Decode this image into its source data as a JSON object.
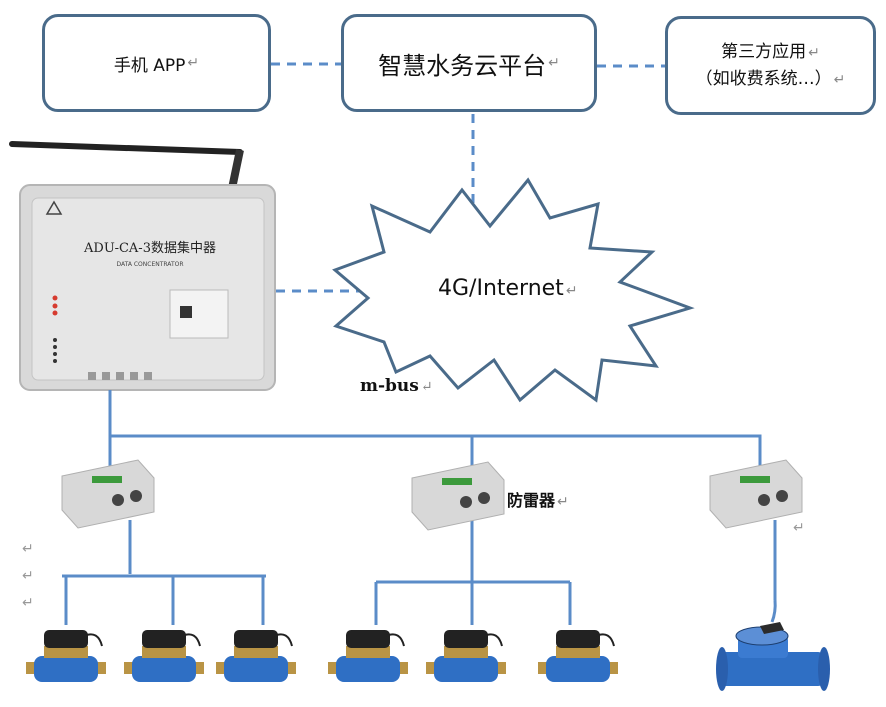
{
  "boxes": {
    "app": "手机 APP",
    "cloud": "智慧水务云平台",
    "third_party_line1": "第三方应用",
    "third_party_line2": "（如收费系统…）"
  },
  "concentrator": {
    "model_label": "ADU-CA-3数据集中器",
    "subtitle": "DATA CONCENTRATOR"
  },
  "network_label": "4G/Internet",
  "bus_label": "m-bus",
  "surge_protector_label": "防雷器",
  "return_mark": "↵",
  "colors": {
    "box_border": "#4a6b8a",
    "dashed_link": "#5b8cc8",
    "bus_line": "#5b8cc8",
    "meter_blue": "#2f6fc4",
    "meter_brass": "#b99445",
    "meter_black": "#222222"
  }
}
